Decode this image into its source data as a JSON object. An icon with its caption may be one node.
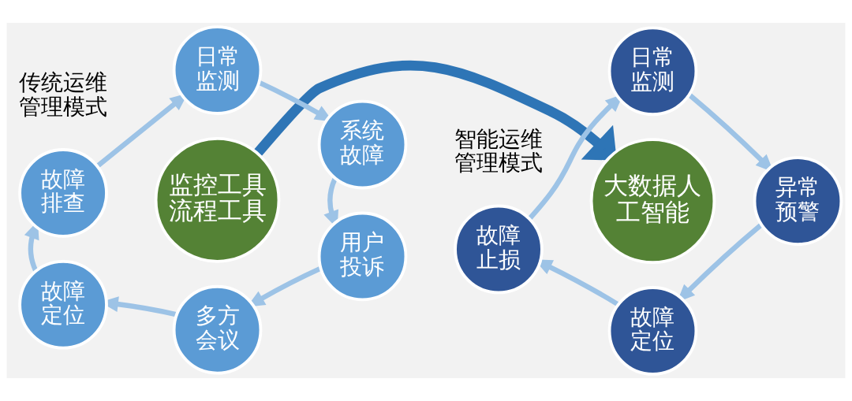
{
  "diagram": {
    "nodes": [
      {
        "text": [
          "监控工具流程工具"
        ]
      },
      {
        "text": [
          "日常监测"
        ]
      },
      {
        "text": [
          "系统故障"
        ]
      },
      {
        "text": [
          "用户投诉"
        ]
      },
      {
        "text": [
          "多方会议"
        ]
      },
      {
        "text": [
          "故障定位"
        ]
      },
      {
        "text": [
          "故障排查"
        ]
      },
      {
        "text": [
          "大数据人工智能"
        ]
      },
      {
        "text": [
          "日常监测"
        ]
      },
      {
        "text": [
          "异常预警"
        ]
      },
      {
        "text": [
          "故障定位"
        ]
      },
      {
        "text": [
          "故障止损"
        ]
      }
    ],
    "edges": [
      {
        "from": 1,
        "to": 2,
        "arrow": "to"
      },
      {
        "from": 2,
        "to": 3,
        "arrow": "to"
      },
      {
        "from": 3,
        "to": 4,
        "arrow": "to"
      },
      {
        "from": 4,
        "to": 5,
        "arrow": "to"
      },
      {
        "from": 5,
        "to": 6,
        "arrow": "to"
      },
      {
        "from": 6,
        "to": 1,
        "arrow": "to"
      },
      {
        "from": 0,
        "to": 7,
        "arrow": "to",
        "style": "thick",
        "color": "#2e75b6"
      },
      {
        "from": 8,
        "to": 9,
        "arrow": "to"
      },
      {
        "from": 9,
        "to": 10,
        "arrow": "to"
      },
      {
        "from": 10,
        "to": 11,
        "arrow": "to"
      },
      {
        "from": 11,
        "to": 8,
        "arrow": "to"
      }
    ],
    "labels": [
      "传统运维管理模式",
      "智能运维管理模式"
    ]
  }
}
